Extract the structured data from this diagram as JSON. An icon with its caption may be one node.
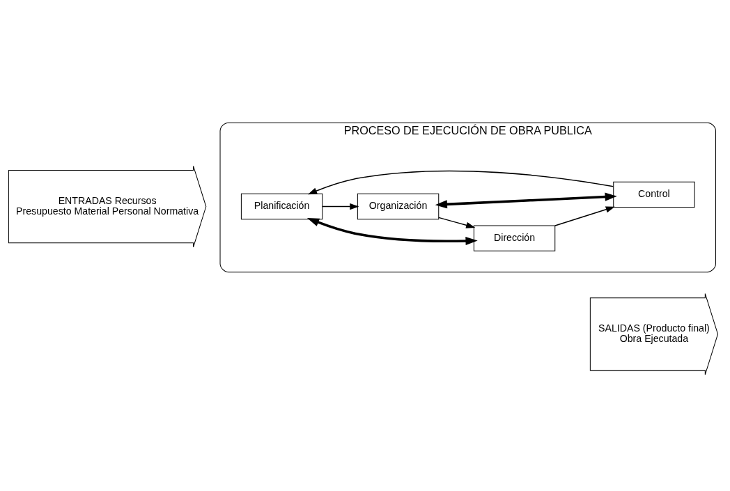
{
  "diagram": {
    "nodes": [
      {
        "text": [
          "ENTRADAS Recursos",
          "Presupuesto Material Personal Normativa"
        ]
      },
      {
        "text": [
          "PROCESO DE EJECUCIÓN DE OBRA PUBLICA"
        ]
      },
      {
        "text": [
          "Planificación"
        ],
        "in": 1
      },
      {
        "text": [
          "Control"
        ],
        "in": 1
      },
      {
        "text": [
          "Organización"
        ],
        "in": 1
      },
      {
        "text": [
          "Dirección"
        ],
        "in": 1
      },
      {
        "text": [
          "SALIDAS (Producto final)",
          "Obra Ejecutada"
        ]
      }
    ],
    "edges": [
      {
        "from": 2,
        "to": 4,
        "arrow": "to"
      },
      {
        "from": 4,
        "to": 5,
        "arrow": "to"
      },
      {
        "from": 5,
        "to": 3,
        "arrow": "to"
      },
      {
        "from": 3,
        "to": 2,
        "arrow": "to"
      },
      {
        "from": 2,
        "to": 5,
        "arrow": "both",
        "style": "thick"
      },
      {
        "from": 3,
        "to": 4,
        "arrow": "both",
        "style": "thick"
      }
    ]
  }
}
